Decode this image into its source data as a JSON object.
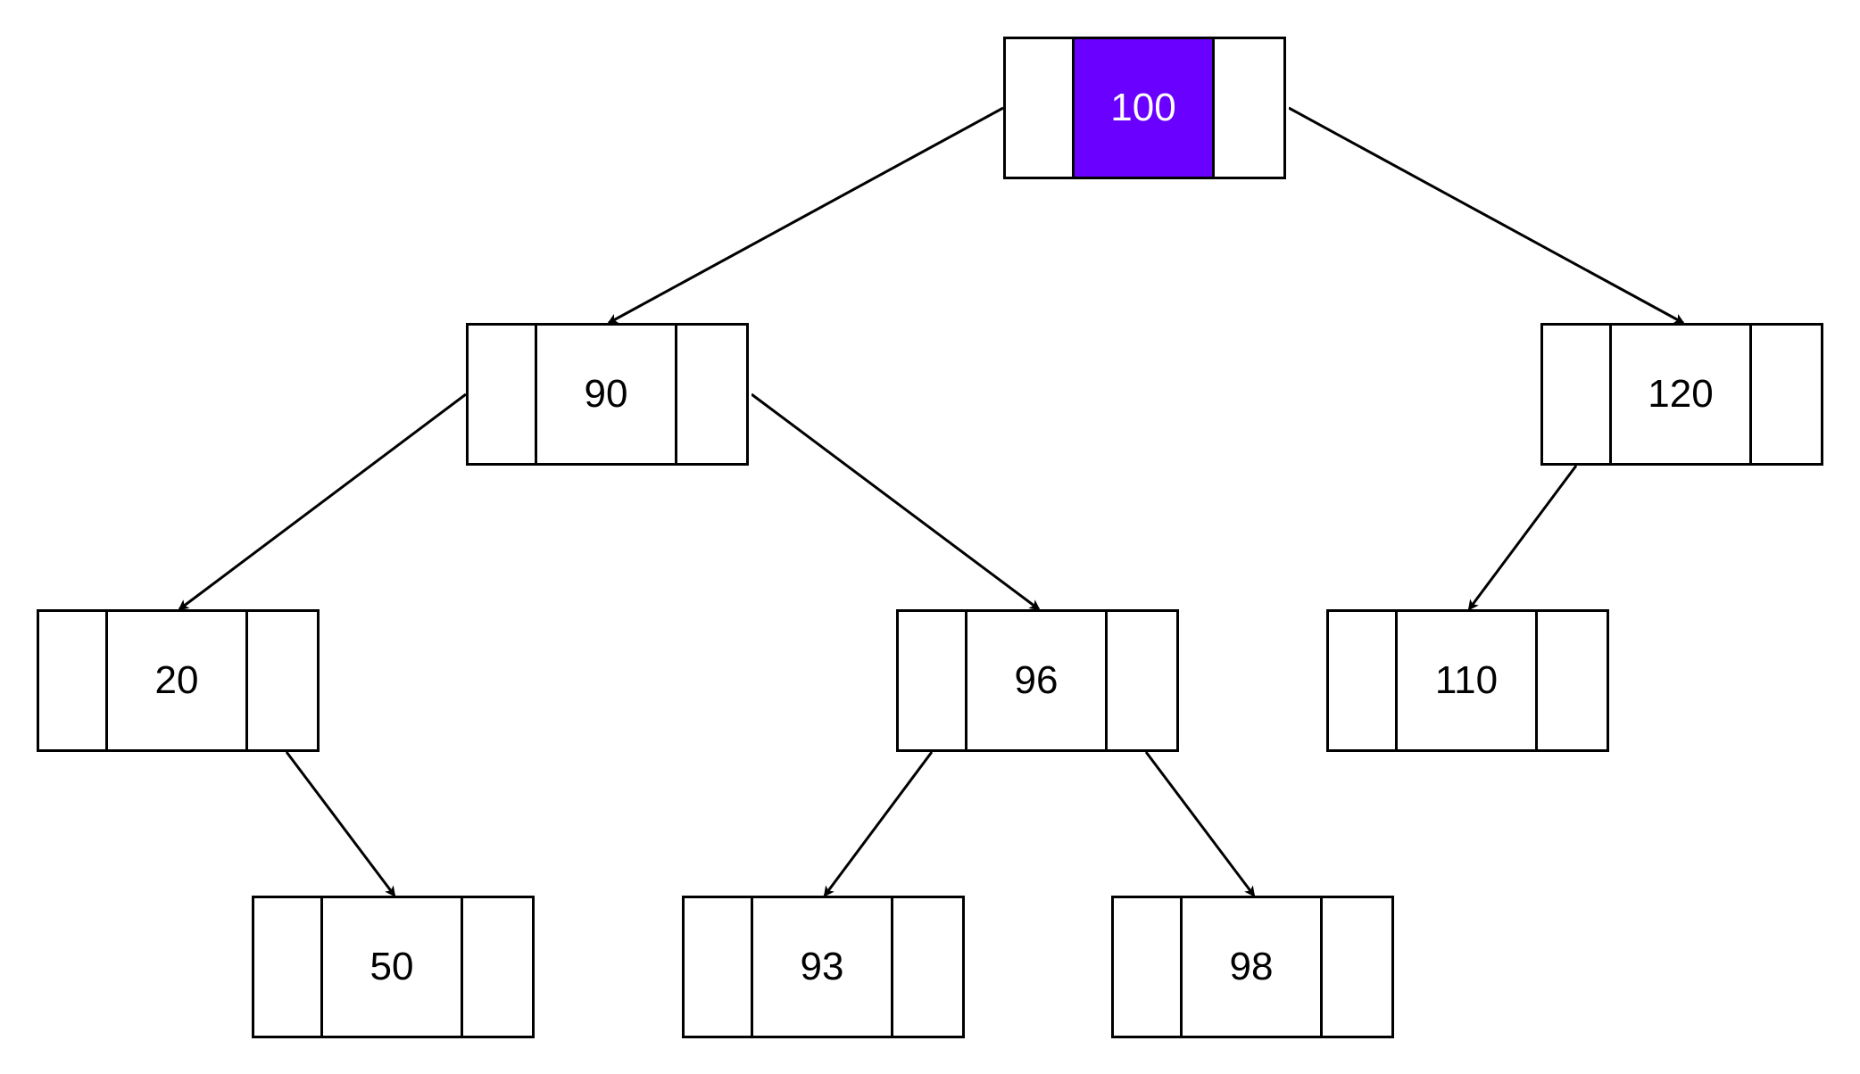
{
  "diagram": {
    "highlight_color": "#6a00ff",
    "nodes": [
      {
        "id": "n100",
        "key": "100",
        "highlighted": true
      },
      {
        "id": "n90",
        "key": "90",
        "highlighted": false
      },
      {
        "id": "n120",
        "key": "120",
        "highlighted": false
      },
      {
        "id": "n20",
        "key": "20",
        "highlighted": false
      },
      {
        "id": "n96",
        "key": "96",
        "highlighted": false
      },
      {
        "id": "n110",
        "key": "110",
        "highlighted": false
      },
      {
        "id": "n50",
        "key": "50",
        "highlighted": false
      },
      {
        "id": "n93",
        "key": "93",
        "highlighted": false
      },
      {
        "id": "n98",
        "key": "98",
        "highlighted": false
      }
    ],
    "edges": [
      {
        "from": "n100",
        "to": "n90"
      },
      {
        "from": "n100",
        "to": "n120"
      },
      {
        "from": "n90",
        "to": "n20"
      },
      {
        "from": "n90",
        "to": "n96"
      },
      {
        "from": "n120",
        "to": "n110"
      },
      {
        "from": "n20",
        "to": "n50"
      },
      {
        "from": "n96",
        "to": "n93"
      },
      {
        "from": "n96",
        "to": "n98"
      }
    ]
  }
}
